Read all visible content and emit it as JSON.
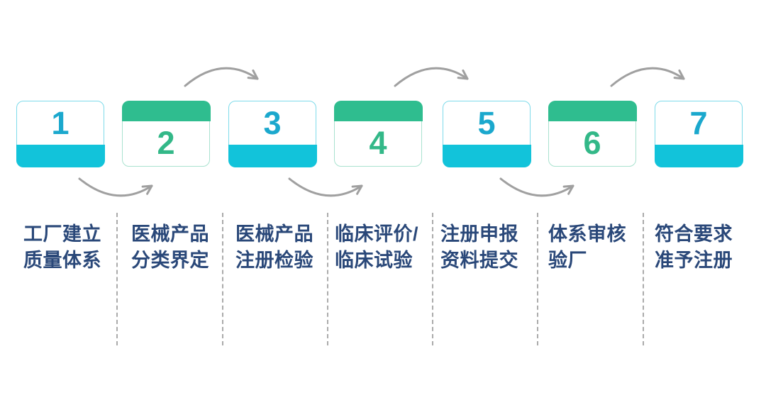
{
  "diagram": {
    "type": "process-flow",
    "description_note": "7-step medical device registration process flow",
    "steps": [
      {
        "number": "1",
        "variant": "cyan",
        "label_line1": "工厂建立",
        "label_line2": "质量体系"
      },
      {
        "number": "2",
        "variant": "green",
        "label_line1": "医械产品",
        "label_line2": "分类界定"
      },
      {
        "number": "3",
        "variant": "cyan",
        "label_line1": "医械产品",
        "label_line2": "注册检验"
      },
      {
        "number": "4",
        "variant": "green",
        "label_line1": "临床评价/",
        "label_line2": "临床试验"
      },
      {
        "number": "5",
        "variant": "cyan",
        "label_line1": "注册申报",
        "label_line2": "资料提交"
      },
      {
        "number": "6",
        "variant": "green",
        "label_line1": "体系审核",
        "label_line2": "验厂"
      },
      {
        "number": "7",
        "variant": "cyan",
        "label_line1": "符合要求",
        "label_line2": "准予注册"
      }
    ],
    "colors": {
      "cyan_bar": "#12C3DA",
      "cyan_number": "#1BA8CD",
      "cyan_card_border": "#7EDBEA",
      "green_bar": "#2FBD8F",
      "green_number": "#33B888",
      "green_card_border": "#A9E2CF",
      "label_text": "#2A4879",
      "arrow": "#A0A0A0",
      "divider": "#ABABAB",
      "background": "#FFFFFF"
    }
  }
}
